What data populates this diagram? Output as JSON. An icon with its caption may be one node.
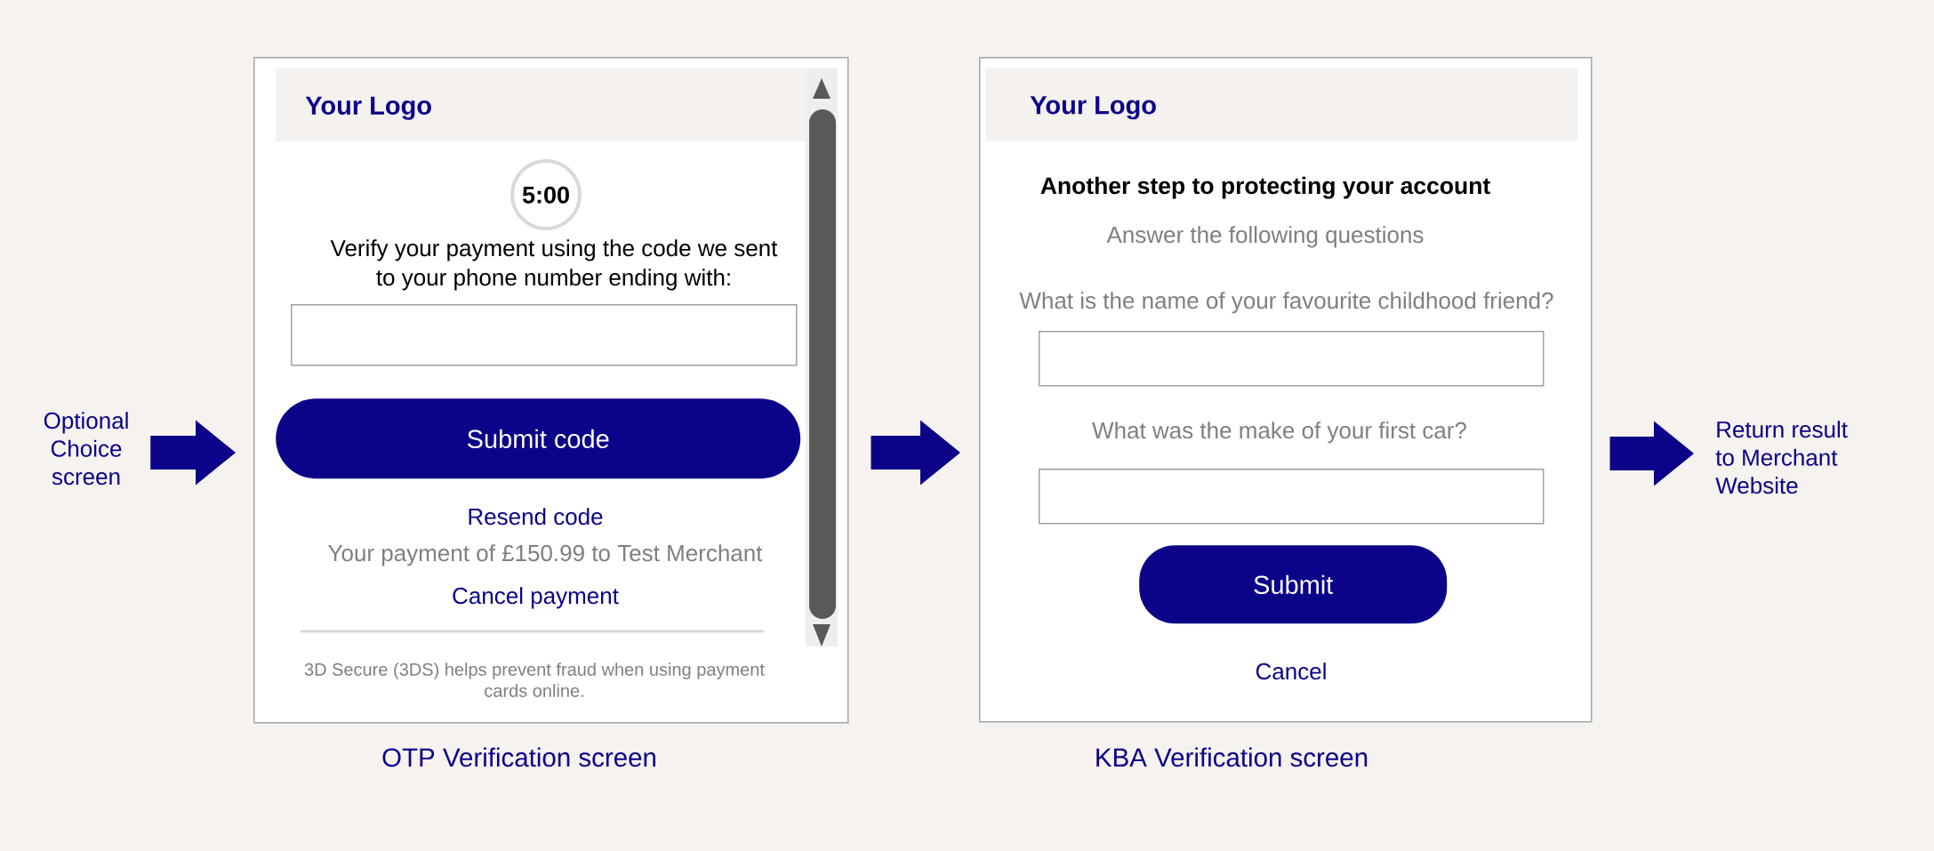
{
  "diagram": {
    "nodes": [
      {
        "text": [
          "Optional Choice screen"
        ]
      },
      {
        "text": [
          "Verify your payment using the code we sent to your phone number ending with:",
          "Resend code",
          "Your payment of £150.99 to Test Merchant",
          "Cancel payment",
          "3D Secure (3DS) helps prevent fraud when using payment cards online."
        ],
        "beside": [
          "OTP Verification screen"
        ]
      },
      {
        "text": [
          "Your Logo"
        ],
        "in": 1
      },
      {
        "text": [
          "5:00"
        ],
        "in": 1
      },
      {
        "text": [],
        "shape": "box",
        "in": 1
      },
      {
        "text": [
          "Submit code"
        ],
        "in": 1
      },
      {
        "text": [
          "Another step to protecting your account",
          "Answer the following questions",
          "What is the name of your favourite childhood friend?",
          "What was the make of your first car?",
          "Cancel"
        ],
        "beside": [
          "KBA Verification screen"
        ]
      },
      {
        "text": [
          "Your Logo"
        ],
        "in": 6
      },
      {
        "text": [],
        "shape": "box",
        "in": 6
      },
      {
        "text": [],
        "shape": "box",
        "in": 6
      },
      {
        "text": [
          "Submit"
        ],
        "in": 6
      },
      {
        "text": [
          "Return result to Merchant Website"
        ]
      }
    ],
    "edges": [
      {
        "from": 0,
        "to": 1,
        "arrow": "to"
      },
      {
        "from": 1,
        "to": 6,
        "arrow": "to"
      },
      {
        "from": 6,
        "to": 11,
        "arrow": "to"
      }
    ]
  }
}
